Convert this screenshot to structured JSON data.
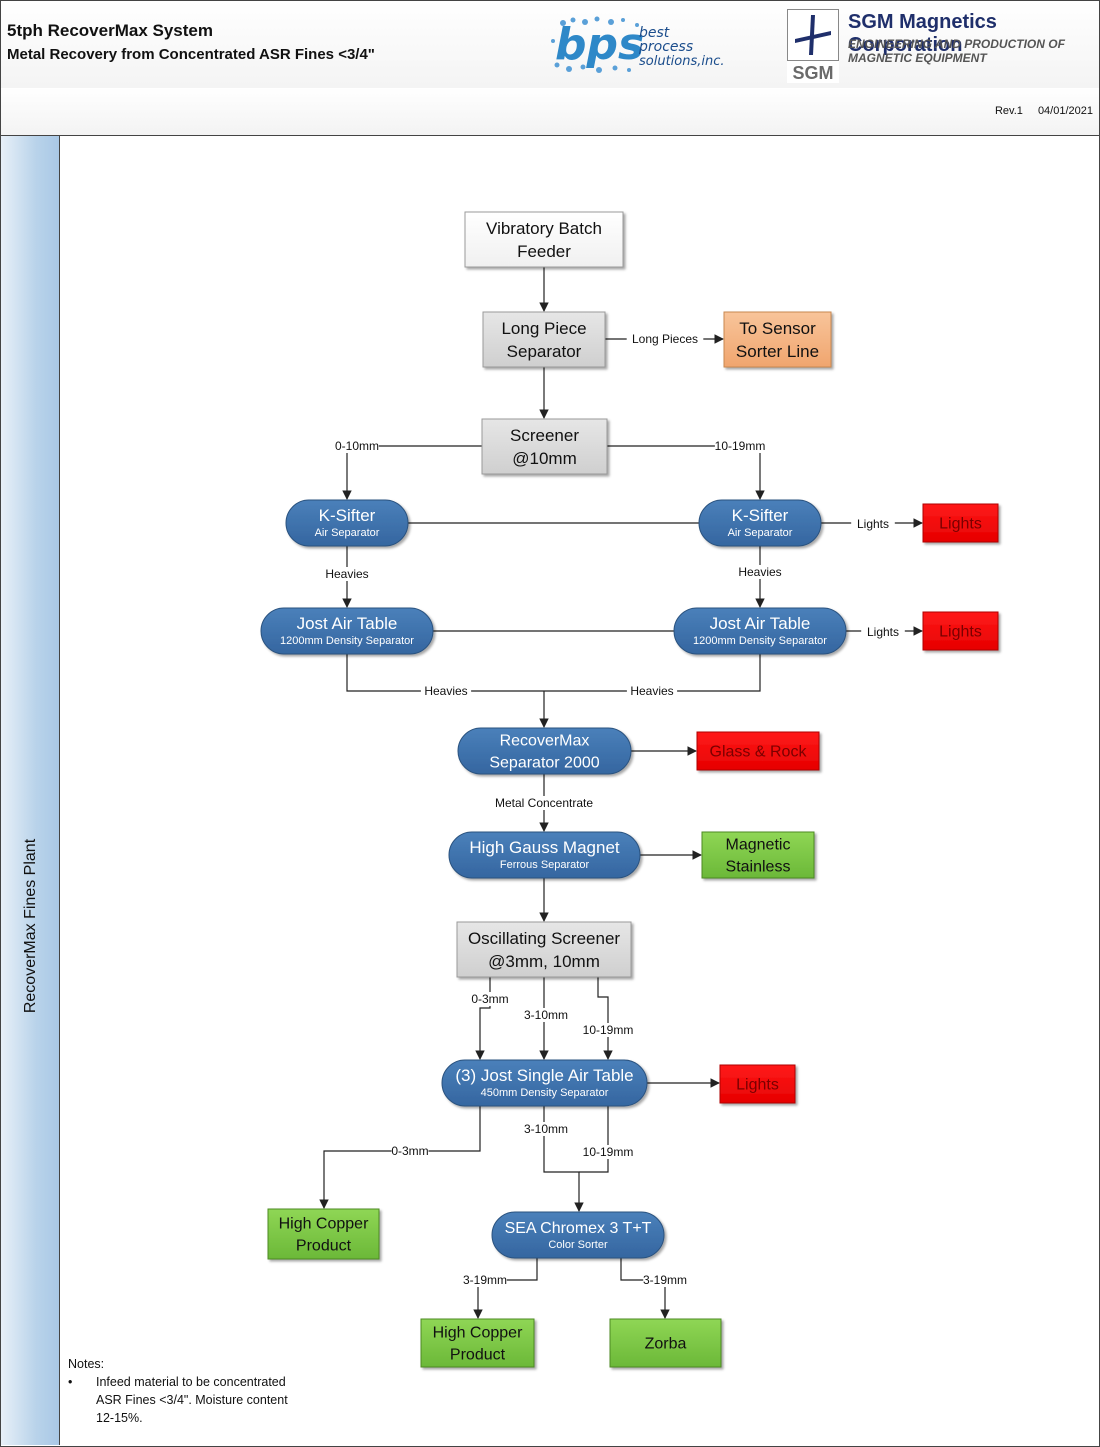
{
  "header": {
    "title": "5tph RecoverMax System",
    "subtitle": "Metal Recovery from Concentrated ASR Fines <3/4\"",
    "bps_logo_big": "bps",
    "bps_logo_lines": [
      "best",
      "process",
      "solutions,inc."
    ],
    "sgm_logo_text": "SGM",
    "sgm_name": "SGM Magnetics Corporation",
    "sgm_tagline_1": "ENGINEERING AND PRODUCTION OF",
    "sgm_tagline_2": "MAGNETIC EQUIPMENT"
  },
  "revision": {
    "rev": "Rev.1",
    "date": "04/01/2021"
  },
  "side_label": "RecoverMax Fines Plant",
  "colors": {
    "process_blue": "#3f74ac",
    "gray_box": "#d9d9d9",
    "orange_box": "#f4b183",
    "red_box": "#ff0000",
    "green_box": "#7ac943"
  },
  "nodes": {
    "vibratory_feeder": {
      "lines": [
        "Vibratory Batch",
        "Feeder"
      ]
    },
    "long_piece_separator": {
      "lines": [
        "Long Piece",
        "Separator"
      ]
    },
    "sensor_sorter": {
      "lines": [
        "To Sensor",
        "Sorter Line"
      ]
    },
    "screener": {
      "lines": [
        "Screener",
        "@10mm"
      ]
    },
    "ksifter_left": {
      "title": "K-Sifter",
      "sub": "Air Separator"
    },
    "ksifter_right": {
      "title": "K-Sifter",
      "sub": "Air Separator"
    },
    "lights_1": {
      "lines": [
        "Lights"
      ]
    },
    "jost_left": {
      "title": "Jost Air Table",
      "sub": "1200mm Density Separator"
    },
    "jost_right": {
      "title": "Jost Air Table",
      "sub": "1200mm Density Separator"
    },
    "lights_2": {
      "lines": [
        "Lights"
      ]
    },
    "recovermax": {
      "lines": [
        "RecoverMax",
        "Separator 2000"
      ]
    },
    "glass_rock": {
      "lines": [
        "Glass & Rock"
      ]
    },
    "gauss_magnet": {
      "title": "High Gauss Magnet",
      "sub": "Ferrous Separator"
    },
    "magnetic_stainless": {
      "lines": [
        "Magnetic",
        "Stainless"
      ]
    },
    "osc_screener": {
      "lines": [
        "Oscillating Screener",
        "@3mm, 10mm"
      ]
    },
    "jost_single": {
      "title": "(3) Jost Single Air Table",
      "sub": "450mm Density Separator"
    },
    "lights_3": {
      "lines": [
        "Lights"
      ]
    },
    "high_copper_1": {
      "lines": [
        "High Copper",
        "Product"
      ]
    },
    "sea_chromex": {
      "title": "SEA Chromex 3 T+T",
      "sub": "Color Sorter"
    },
    "high_copper_2": {
      "lines": [
        "High Copper",
        "Product"
      ]
    },
    "zorba": {
      "lines": [
        "Zorba"
      ]
    }
  },
  "edge_labels": {
    "long_pieces": "Long Pieces",
    "s_0_10": "0-10mm",
    "s_10_19": "10-19mm",
    "heavies_l1": "Heavies",
    "heavies_r1": "Heavies",
    "lights_k": "Lights",
    "lights_j": "Lights",
    "heavies_l2": "Heavies",
    "heavies_r2": "Heavies",
    "metal_conc": "Metal Concentrate",
    "o_0_3": "0-3mm",
    "o_3_10": "3-10mm",
    "o_10_19": "10-19mm",
    "j_0_3": "0-3mm",
    "j_3_10": "3-10mm",
    "j_10_19": "10-19mm",
    "c_3_19_l": "3-19mm",
    "c_3_19_r": "3-19mm"
  },
  "notes": {
    "heading": "Notes:",
    "items": [
      "Infeed material to be concentrated ASR Fines <3/4\". Moisture content 12-15%."
    ]
  }
}
